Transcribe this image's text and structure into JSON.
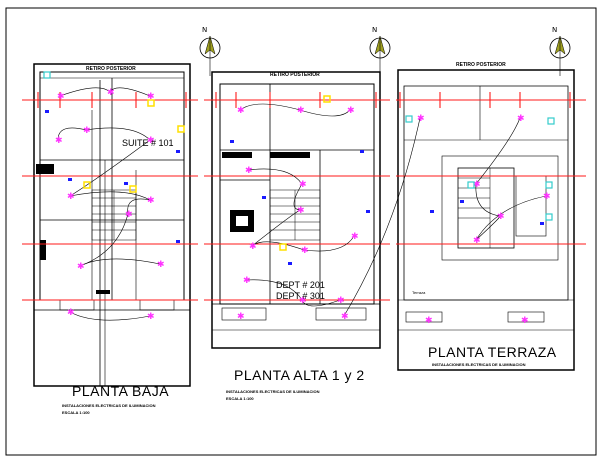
{
  "plans": [
    {
      "title": "PLANTA BAJA",
      "subtitle": "INSTALACIONES ELECTRICAS DE ILUMINACION",
      "scale": "ESCALA 1:100",
      "header_label": "RETIRO POSTERIOR",
      "room_labels": [
        "SUITE # 101"
      ]
    },
    {
      "title": "PLANTA ALTA 1 y 2",
      "subtitle": "INSTALACIONES ELECTRICAS DE ILUMINACION",
      "scale": "ESCALA 1:100",
      "header_label": "RETIRO POSTERIOR",
      "room_labels": [
        "DEPT # 201",
        "DEPT # 301"
      ]
    },
    {
      "title": "PLANTA TERRAZA",
      "subtitle": "INSTALACIONES ELECTRICAS DE ILUMINACION",
      "scale": "",
      "header_label": "RETIRO POSTERIOR",
      "room_labels": [
        "Terraza"
      ]
    }
  ],
  "north_symbol": "N",
  "colors": {
    "grid_red": "#ff1a1a",
    "wiring_blue": "#1a1aff",
    "fixture_magenta": "#ff33ff",
    "switch_yellow": "#ffe000",
    "outlet_cyan": "#33cccc",
    "north_arrow_olive": "#a0a020",
    "lines": "#000000"
  }
}
